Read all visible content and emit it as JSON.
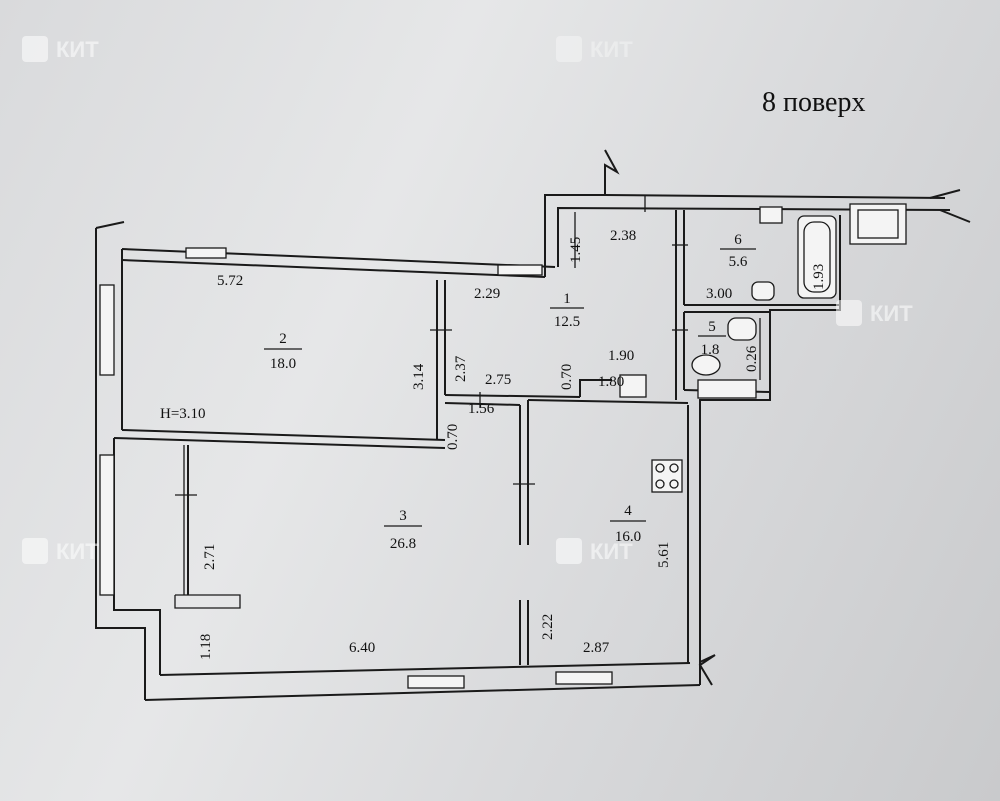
{
  "floor_label": "8 поверх",
  "ceiling_height": "H=3.10",
  "watermark": {
    "text": "КИТ",
    "icon": "kit-logo-icon"
  },
  "rooms": [
    {
      "number": "1",
      "area": "12.5"
    },
    {
      "number": "2",
      "area": "18.0"
    },
    {
      "number": "3",
      "area": "26.8"
    },
    {
      "number": "4",
      "area": "16.0"
    },
    {
      "number": "5",
      "area": "1.8"
    },
    {
      "number": "6",
      "area": "5.6"
    }
  ],
  "dimensions": {
    "d572": "5.72",
    "d229": "2.29",
    "d238": "2.38",
    "d145": "1.45",
    "d314": "3.14",
    "d237": "2.37",
    "d275": "2.75",
    "d070a": "0.70",
    "d070b": "0.70",
    "d156": "1.56",
    "d190": "1.90",
    "d180": "1.80",
    "d300": "3.00",
    "d193": "1.93",
    "d026": "0.26",
    "d271": "2.71",
    "d118": "1.18",
    "d640": "6.40",
    "d222": "2.22",
    "d287": "2.87",
    "d561": "5.61"
  }
}
